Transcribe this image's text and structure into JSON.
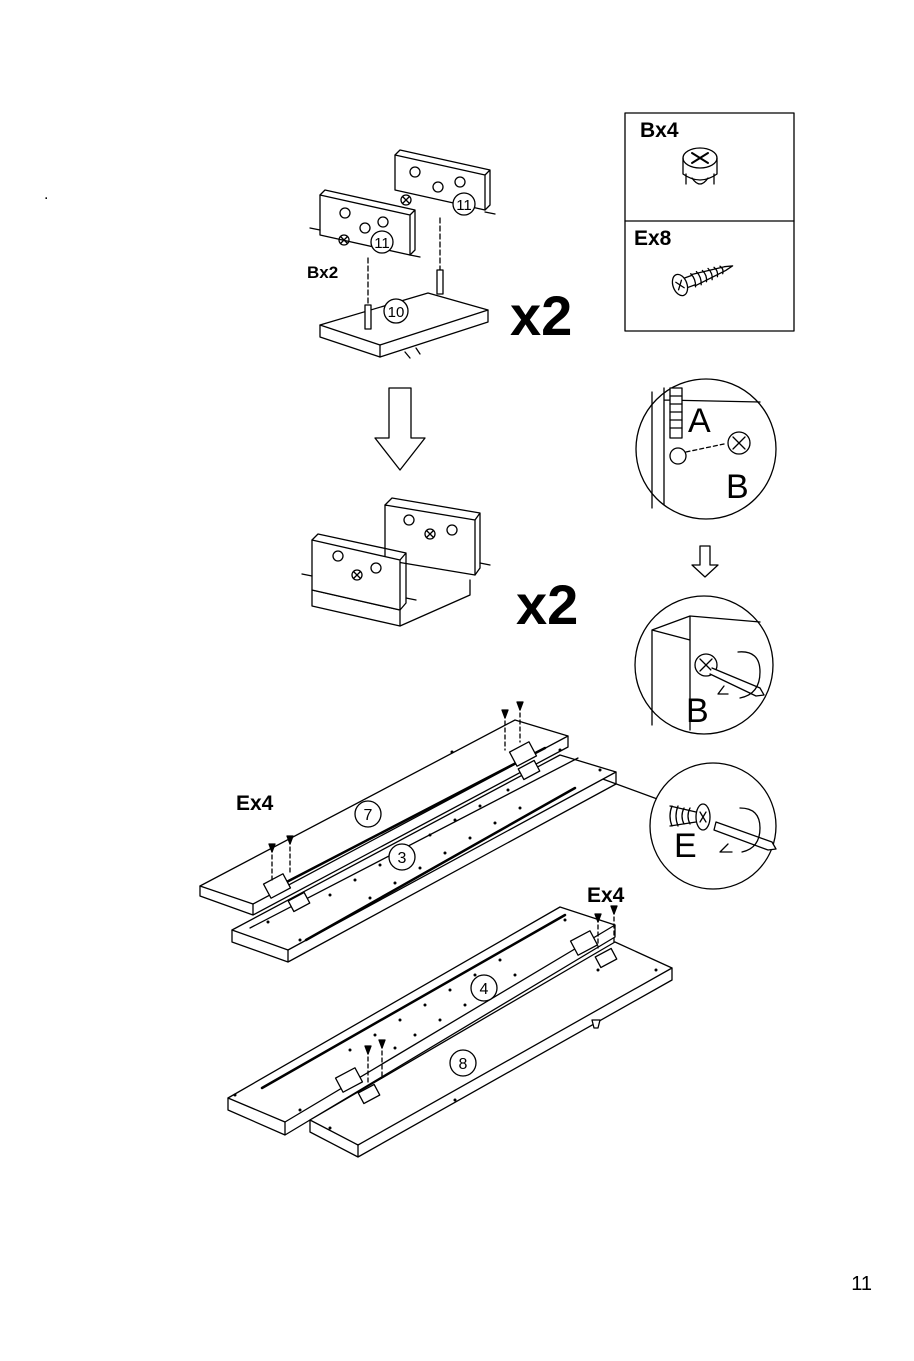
{
  "page": {
    "number": "11",
    "stray_mark": "."
  },
  "hardware_box": {
    "top": {
      "label": "Bx4",
      "icon": "cam-lock-icon"
    },
    "bottom": {
      "label": "Ex8",
      "icon": "screw-icon"
    }
  },
  "steps": {
    "pre_assembly": {
      "fitting_label": "Bx2",
      "multiplier": "x2",
      "parts": [
        "11",
        "11",
        "10"
      ]
    },
    "assembled": {
      "multiplier": "x2"
    },
    "upper_boards": {
      "screw_label": "Ex4",
      "parts": [
        "7",
        "3"
      ]
    },
    "lower_boards": {
      "screw_label": "Ex4",
      "parts": [
        "4",
        "8"
      ]
    }
  },
  "details": {
    "cam_insert": {
      "letters": [
        "A",
        "B"
      ]
    },
    "cam_tighten": {
      "letter": "B"
    },
    "screw_drive": {
      "letter": "E"
    }
  },
  "icons": [
    "down-arrow-icon",
    "small-down-arrow-icon",
    "cam-lock-icon",
    "screw-icon",
    "screwdriver-icon",
    "rotate-arrow-icon"
  ]
}
